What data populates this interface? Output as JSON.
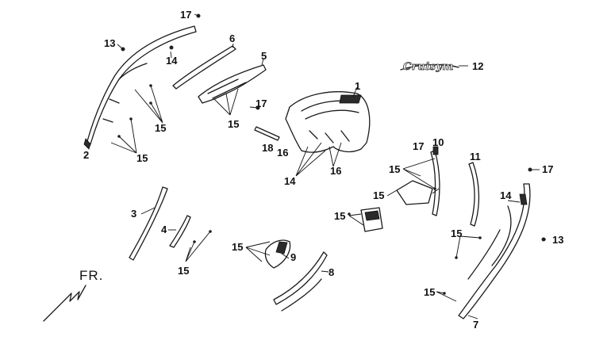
{
  "callouts": {
    "c1": "1",
    "c2": "2",
    "c3": "3",
    "c4": "4",
    "c5": "5",
    "c6": "6",
    "c7": "7",
    "c8": "8",
    "c9": "9",
    "c10": "10",
    "c11": "11",
    "c12": "12",
    "c13a": "13",
    "c13b": "13",
    "c14a": "14",
    "c14b": "14",
    "c14c": "14",
    "c15a": "15",
    "c15b": "15",
    "c15c": "15",
    "c15d": "15",
    "c15e": "15",
    "c15f": "15",
    "c15g": "15",
    "c15h": "15",
    "c15i": "15",
    "c15j": "15",
    "c16a": "16",
    "c16b": "16",
    "c17a": "17",
    "c17b": "17",
    "c17c": "17",
    "c17d": "17",
    "c18": "18"
  },
  "logo": "Cruisym",
  "direction": "FR."
}
